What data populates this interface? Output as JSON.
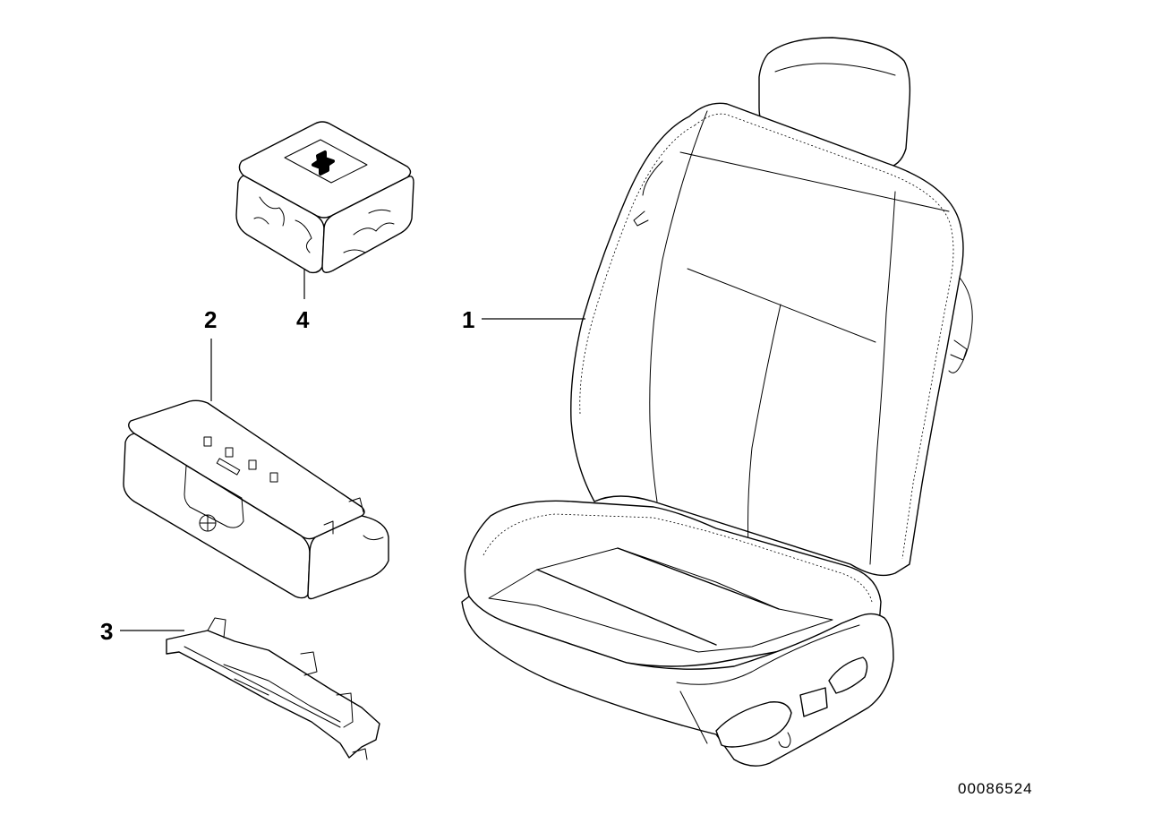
{
  "callouts": {
    "c1": "1",
    "c2": "2",
    "c3": "3",
    "c4": "4"
  },
  "part_number": "00086524"
}
